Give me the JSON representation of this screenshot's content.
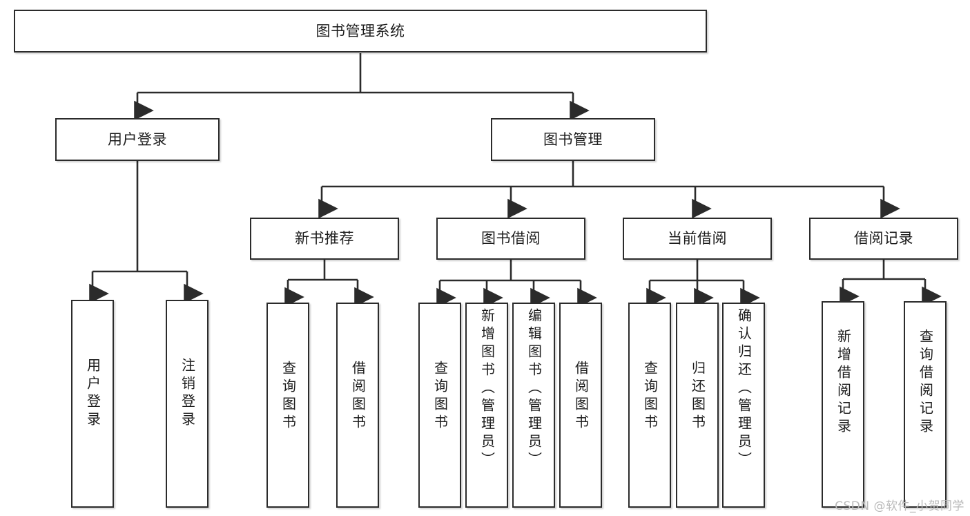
{
  "diagram": {
    "type": "tree-hierarchy",
    "title": "图书管理系统",
    "orientation": "top-down",
    "watermark": "CSDN @软件_小贺同学",
    "colors": {
      "box_border": "#2b2b2b",
      "box_fill": "#ffffff",
      "connector": "#2b2b2b",
      "text": "#1c1c1c",
      "watermark": "#b9b9b9",
      "background": "#ffffff"
    },
    "nodes": {
      "root": {
        "label": "图书管理系统"
      },
      "level2": [
        {
          "id": "user-login",
          "label": "用户登录"
        },
        {
          "id": "book-manage",
          "label": "图书管理"
        }
      ],
      "level3": [
        {
          "id": "new-book-recommend",
          "label": "新书推荐"
        },
        {
          "id": "book-borrow",
          "label": "图书借阅"
        },
        {
          "id": "current-borrow",
          "label": "当前借阅"
        },
        {
          "id": "borrow-record",
          "label": "借阅记录"
        }
      ],
      "leaves": {
        "user-login": [
          {
            "id": "leaf-user-login",
            "label": "用户登录"
          },
          {
            "id": "leaf-logout",
            "label": "注销登录"
          }
        ],
        "new-book-recommend": [
          {
            "id": "leaf-query-book-1",
            "label": "查询图书"
          },
          {
            "id": "leaf-borrow-book-1",
            "label": "借阅图书"
          }
        ],
        "book-borrow": [
          {
            "id": "leaf-query-book-2",
            "label": "查询图书"
          },
          {
            "id": "leaf-add-book",
            "label": "新增图书（管理员）"
          },
          {
            "id": "leaf-edit-book",
            "label": "编辑图书（管理员）"
          },
          {
            "id": "leaf-borrow-book-2",
            "label": "借阅图书"
          }
        ],
        "current-borrow": [
          {
            "id": "leaf-query-book-3",
            "label": "查询图书"
          },
          {
            "id": "leaf-return-book",
            "label": "归还图书"
          },
          {
            "id": "leaf-confirm-return",
            "label": "确认归还（管理员）"
          }
        ],
        "borrow-record": [
          {
            "id": "leaf-add-record",
            "label": "新增借阅记录"
          },
          {
            "id": "leaf-query-record",
            "label": "查询借阅记录"
          }
        ]
      }
    }
  }
}
